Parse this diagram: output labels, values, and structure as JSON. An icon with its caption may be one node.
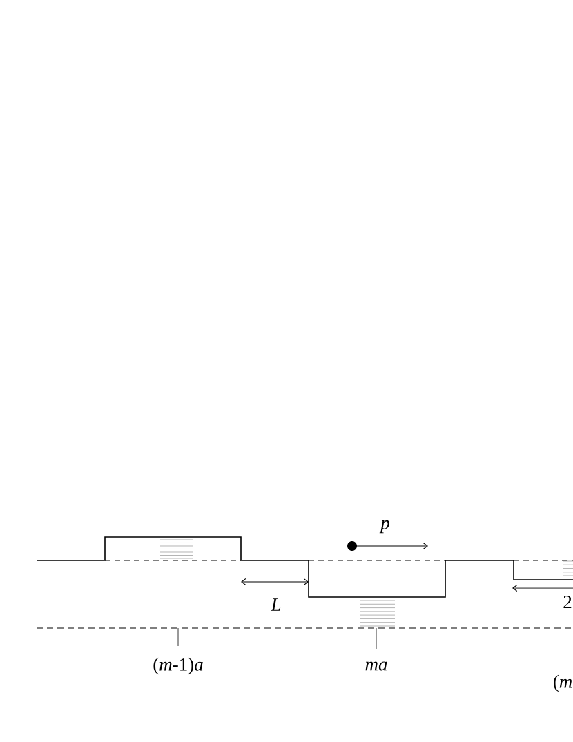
{
  "diagram": {
    "labels": [
      "p",
      "L",
      "2",
      "(*m*-1)*a*",
      "ma",
      "(*m*"
    ]
  }
}
